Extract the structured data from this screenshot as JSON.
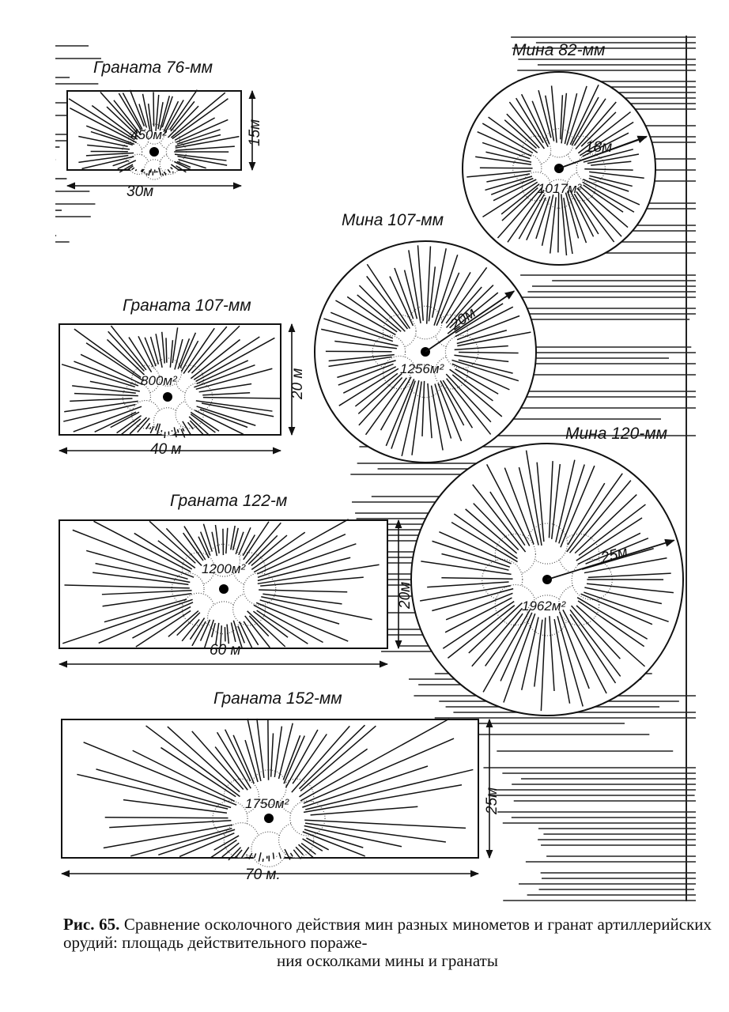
{
  "figures": [
    {
      "kind": "rect",
      "title": "Граната 76-мм",
      "area": "450м²",
      "width_label": "30м",
      "height_label": "15м",
      "width_m": 30,
      "height_m": 15,
      "area_m2": 450
    },
    {
      "kind": "rect",
      "title": "Граната 107-мм",
      "area": "800м²",
      "width_label": "40 м",
      "height_label": "20 м",
      "width_m": 40,
      "height_m": 20,
      "area_m2": 800
    },
    {
      "kind": "rect",
      "title": "Граната 122-м",
      "area": "1200м²",
      "width_label": "60 м",
      "height_label": "20м",
      "width_m": 60,
      "height_m": 20,
      "area_m2": 1200
    },
    {
      "kind": "rect",
      "title": "Граната 152-мм",
      "area": "1750м²",
      "width_label": "70 м.",
      "height_label": "25м",
      "width_m": 70,
      "height_m": 25,
      "area_m2": 1750
    },
    {
      "kind": "circle",
      "title": "Мина 82-мм",
      "area": "1017м²",
      "radius_label": "18м",
      "radius_m": 18,
      "area_m2": 1017
    },
    {
      "kind": "circle",
      "title": "Мина 107-мм",
      "area": "1256м²",
      "radius_label": "20м",
      "radius_m": 20,
      "area_m2": 1256
    },
    {
      "kind": "circle",
      "title": "Мина 120-мм",
      "area": "1962м²",
      "radius_label": "25м",
      "radius_m": 25,
      "area_m2": 1962
    }
  ],
  "caption": {
    "number": "Рис. 65.",
    "text": "Сравнение осколочного действия мин разных минометов и гранат артиллерийских орудий: площадь действительного пораже-",
    "last_line": "ния осколками мины и гранаты"
  }
}
